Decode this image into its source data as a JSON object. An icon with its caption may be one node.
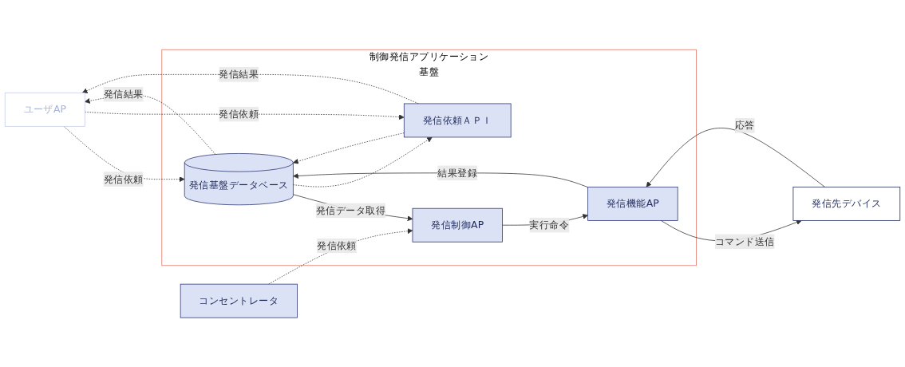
{
  "diagram": {
    "nodes": [
      {
        "text": [
          "ユーザAP"
        ]
      },
      {
        "text": [
          "制御発信アプリケーション基盤"
        ]
      },
      {
        "text": [
          "発信先デバイス"
        ]
      },
      {
        "text": [
          "コンセントレータ"
        ]
      },
      {
        "text": [
          "発信機能AP"
        ],
        "in": 1
      },
      {
        "text": [
          "発信制御AP"
        ],
        "in": 1
      },
      {
        "text": [
          "発信依頼ＡＰＩ"
        ],
        "in": 1
      },
      {
        "text": [
          "発信基盤データベース"
        ],
        "in": 1
      }
    ],
    "edges": [
      {
        "from": 3,
        "to": 5,
        "arrow": "to",
        "label": "発信依頼",
        "style": "dashed"
      },
      {
        "from": 4,
        "to": 2,
        "arrow": "to",
        "label": "コマンド送信"
      },
      {
        "from": 2,
        "to": 4,
        "arrow": "to",
        "label": "応答"
      },
      {
        "from": 5,
        "to": 4,
        "arrow": "to",
        "label": "実行命令"
      },
      {
        "from": 7,
        "to": 5,
        "arrow": "to",
        "label": "発信データ取得"
      },
      {
        "from": 4,
        "to": 7,
        "arrow": "to",
        "label": "結果登録"
      },
      {
        "from": 0,
        "to": 7,
        "arrow": "to",
        "label": "発信依頼",
        "style": "dashed"
      },
      {
        "from": 7,
        "to": 0,
        "arrow": "to",
        "label": "発信結果",
        "style": "dashed"
      },
      {
        "from": 0,
        "to": 6,
        "arrow": "to",
        "label": "発信依頼",
        "style": "dashed"
      },
      {
        "from": 6,
        "to": 0,
        "arrow": "to",
        "label": "発信結果",
        "style": "dashed"
      },
      {
        "from": 6,
        "to": 7,
        "arrow": "to",
        "style": "dashed"
      },
      {
        "from": 7,
        "to": 6,
        "arrow": "to",
        "style": "dashed"
      }
    ]
  }
}
